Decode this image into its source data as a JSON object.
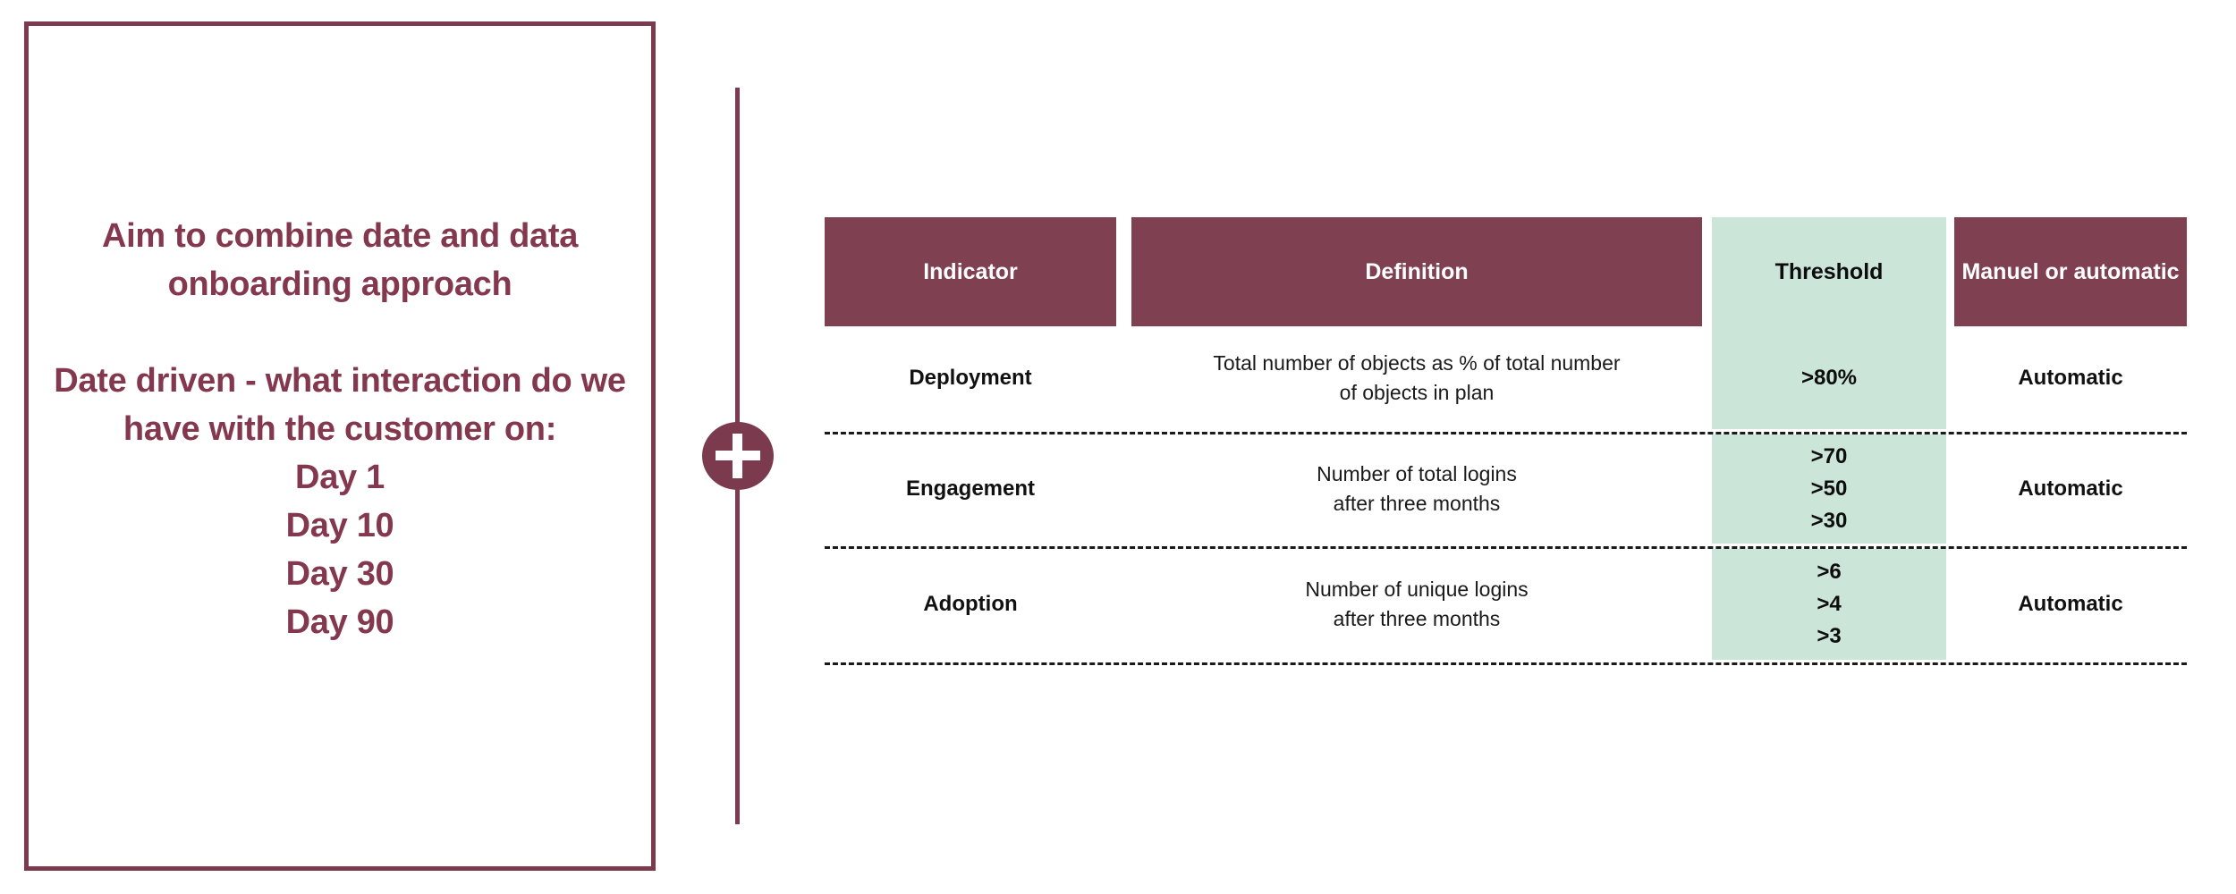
{
  "colors": {
    "brand_maroon": "#7b3a4d",
    "header_maroon": "#7f4052",
    "highlight_green": "#cbe5d8",
    "text_maroon": "#84384f",
    "dash_black": "#1a1a1a",
    "white": "#ffffff"
  },
  "left_panel": {
    "paragraph_1": "Aim to combine date and data onboarding approach",
    "paragraph_2": "Date driven - what interaction do we have with the customer on:",
    "days": [
      "Day 1",
      "Day 10",
      "Day 30",
      "Day 90"
    ]
  },
  "divider": {
    "icon": "plus-icon"
  },
  "table": {
    "columns": [
      {
        "key": "indicator",
        "label": "Indicator",
        "style": "maroon"
      },
      {
        "key": "definition",
        "label": "Definition",
        "style": "maroon"
      },
      {
        "key": "threshold",
        "label": "Threshold",
        "style": "green"
      },
      {
        "key": "manual",
        "label": "Manuel or automatic",
        "style": "maroon"
      }
    ],
    "rows": [
      {
        "indicator": "Deployment",
        "definition_line_1": "Total number of objects as % of total number",
        "definition_line_2": "of objects in plan",
        "thresholds": [
          ">80%"
        ],
        "manual": "Automatic"
      },
      {
        "indicator": "Engagement",
        "definition_line_1": "Number of total logins",
        "definition_line_2": "after three months",
        "thresholds": [
          ">70",
          ">50",
          ">30"
        ],
        "manual": "Automatic"
      },
      {
        "indicator": "Adoption",
        "definition_line_1": "Number of unique logins",
        "definition_line_2": "after three months",
        "thresholds": [
          ">6",
          ">4",
          ">3"
        ],
        "manual": "Automatic"
      }
    ]
  }
}
